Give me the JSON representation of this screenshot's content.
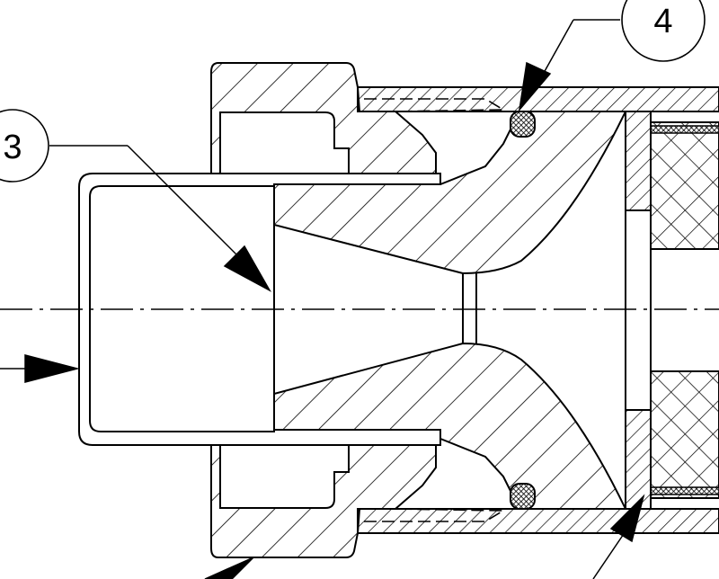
{
  "callouts": [
    {
      "id": "3",
      "label": "3"
    },
    {
      "id": "4",
      "label": "4"
    }
  ],
  "colors": {
    "line": "#000000",
    "background": "#ffffff",
    "hatch": "#000000"
  }
}
